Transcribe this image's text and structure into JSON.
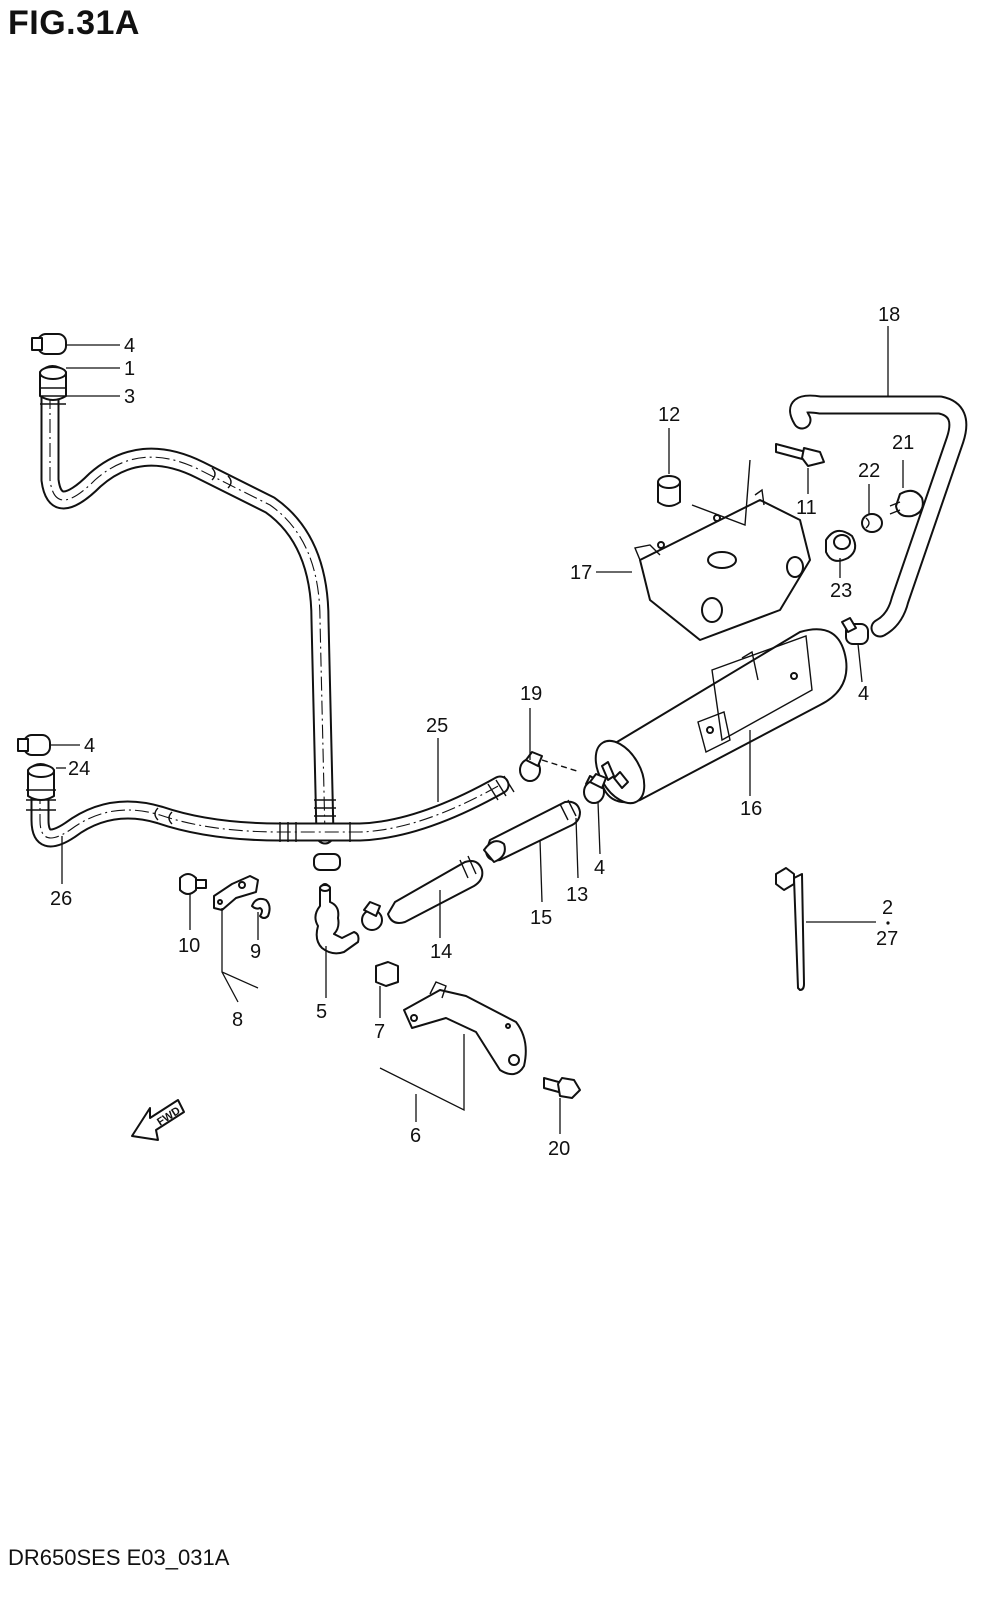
{
  "figure": {
    "title": "FIG.31A",
    "footer": "DR650SES E03_031A",
    "fwd_arrow_text": "FWD"
  },
  "callouts": {
    "c4a": "4",
    "c1": "1",
    "c3": "3",
    "c18": "18",
    "c12": "12",
    "c21": "21",
    "c22": "22",
    "c11": "11",
    "c17": "17",
    "c23": "23",
    "c4b": "4",
    "c4c": "4",
    "c24": "24",
    "c25": "25",
    "c19": "19",
    "c16": "16",
    "c26": "26",
    "c4d": "4",
    "c13": "13",
    "c15": "15",
    "c14": "14",
    "c2": "2",
    "c27": "27",
    "c10": "10",
    "c9": "9",
    "c8": "8",
    "c5": "5",
    "c7": "7",
    "c6": "6",
    "c20": "20"
  }
}
